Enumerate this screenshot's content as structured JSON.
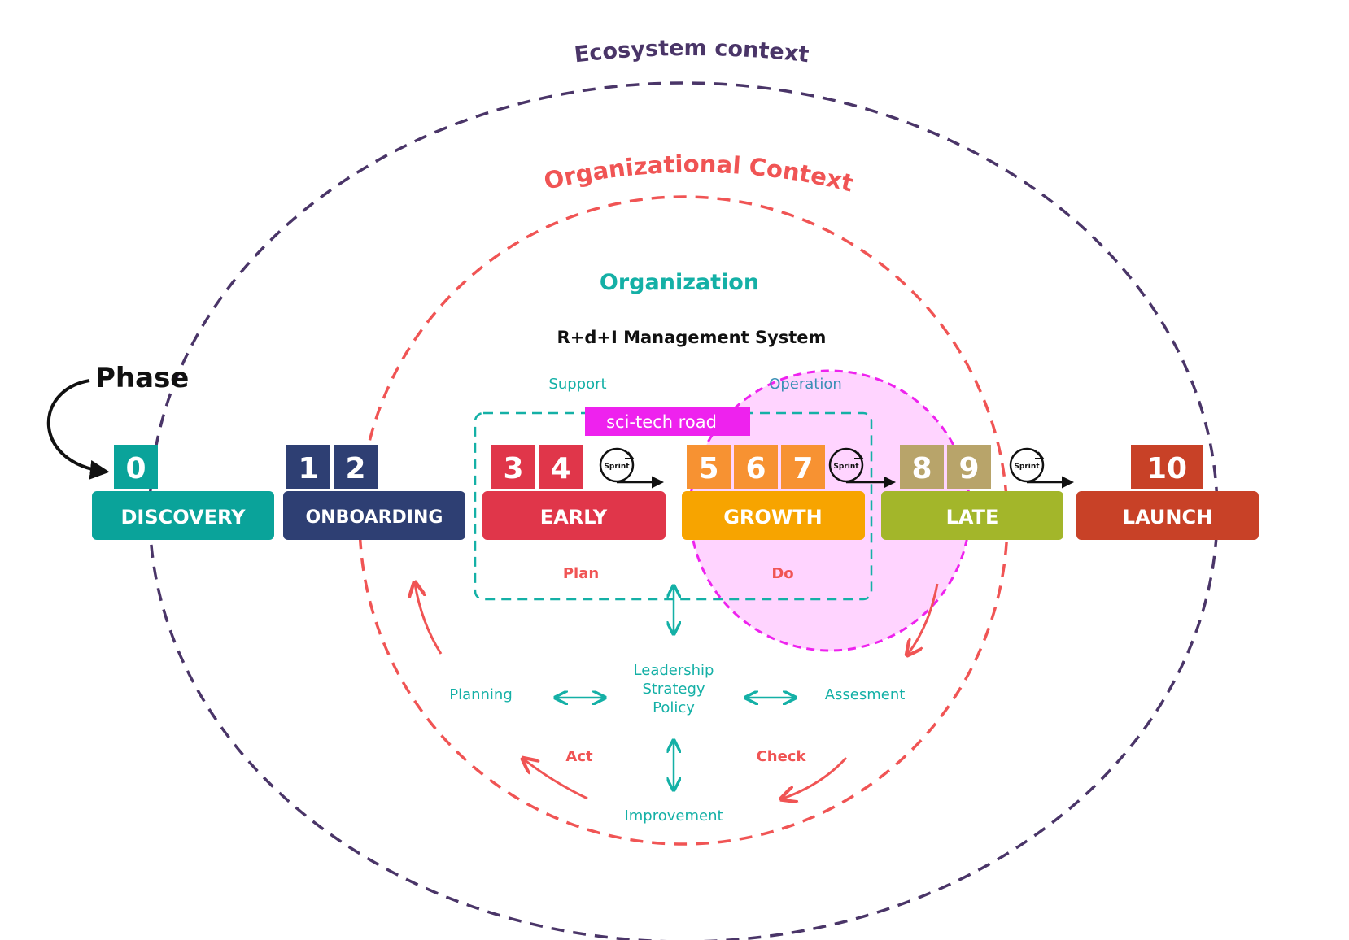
{
  "labels": {
    "ecosystem": "Ecosystem context",
    "organizational": "Organizational Context",
    "organization": "Organization",
    "management_system": "R+d+I Management System",
    "phase": "Phase",
    "support": "Support",
    "operation": "Operation",
    "scitech": "sci-tech road",
    "plan": "Plan",
    "do": "Do",
    "leadership": "Leadership",
    "strategy": "Strategy",
    "policy": "Policy",
    "planning": "Planning",
    "assesment": "Assesment",
    "act": "Act",
    "check": "Check",
    "improvement": "Improvement",
    "sprint": "Sprint"
  },
  "stages": [
    {
      "name": "DISCOVERY",
      "numbers": [
        "0"
      ],
      "color": "#0aa39a",
      "num_color": "#0aa39a"
    },
    {
      "name": "ONBOARDING",
      "numbers": [
        "1",
        "2"
      ],
      "color": "#2e3f73",
      "num_color": "#2e3f73"
    },
    {
      "name": "EARLY",
      "numbers": [
        "3",
        "4"
      ],
      "color": "#e0364a",
      "num_color": "#e0364a"
    },
    {
      "name": "GROWTH",
      "numbers": [
        "5",
        "6",
        "7"
      ],
      "color": "#f7a400",
      "num_color": "#f79232"
    },
    {
      "name": "LATE",
      "numbers": [
        "8",
        "9"
      ],
      "color": "#a3b62a",
      "num_color": "#b8a46a"
    },
    {
      "name": "LAUNCH",
      "numbers": [
        "10"
      ],
      "color": "#c84127",
      "num_color": "#c84127"
    }
  ],
  "colors": {
    "ecosystem": "#4a3568",
    "organizational": "#f05454",
    "teal": "#14b0a6",
    "magenta": "#ee22ee",
    "pink_fill": "#ffccff"
  }
}
